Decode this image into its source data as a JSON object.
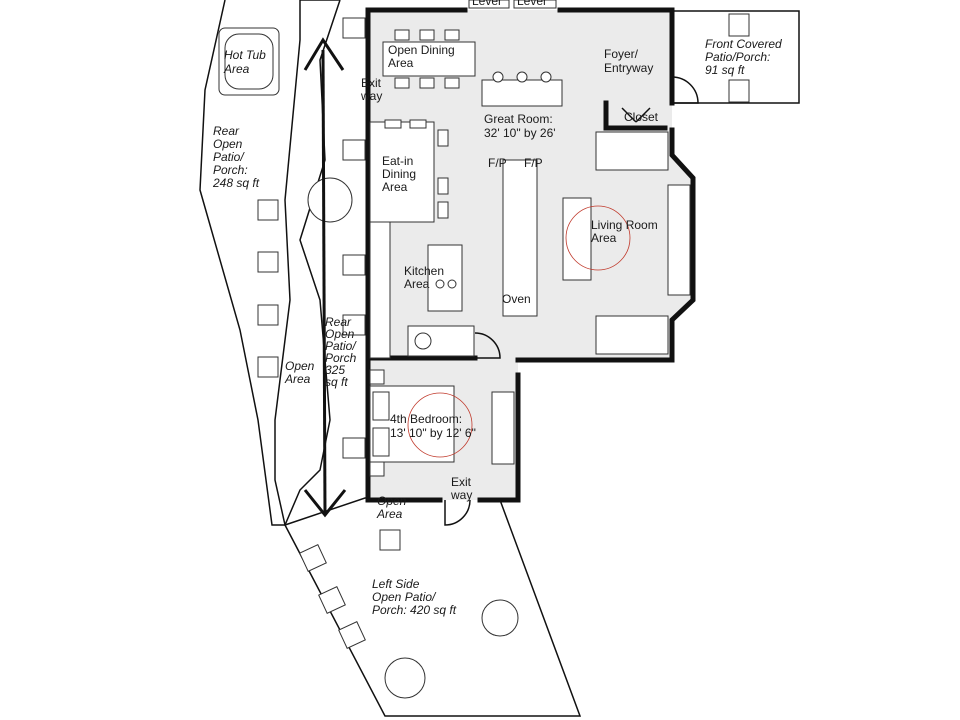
{
  "plan": {
    "labels": {
      "lever_left": "Lever",
      "lever_right": "Lever",
      "hot_tub": [
        "Hot Tub",
        "Area"
      ],
      "open_dining": [
        "Open Dining",
        "Area"
      ],
      "foyer": [
        "Foyer/",
        "Entryway"
      ],
      "front_porch": [
        "Front Covered",
        "Patio/Porch:",
        "91 sq ft"
      ],
      "exit_top": [
        "Exit",
        "way"
      ],
      "closet": "Closet",
      "great_room": [
        "Great Room:",
        "32' 10\" by 26'"
      ],
      "rear_patio_248": [
        "Rear",
        "Open",
        "Patio/",
        "Porch:",
        "248 sq ft"
      ],
      "eat_in": [
        "Eat-in",
        "Dining",
        "Area"
      ],
      "fp_left": "F/P",
      "fp_right": "F/P",
      "living_room": [
        "Living Room",
        "Area"
      ],
      "kitchen": [
        "Kitchen",
        "Area"
      ],
      "oven": "Oven",
      "rear_patio_325": [
        "Rear",
        "Open",
        "Patio/",
        "Porch",
        "325",
        "sq ft"
      ],
      "open_area_left": [
        "Open",
        "Area"
      ],
      "bedroom": [
        "4th Bedroom:",
        "13' 10\" by 12' 6\""
      ],
      "exit_bottom": [
        "Exit",
        "way"
      ],
      "open_area_bottom": [
        "Open",
        "Area"
      ],
      "left_side_patio": [
        "Left Side",
        "Open Patio/",
        "Porch: 420 sq ft"
      ]
    },
    "colors": {
      "floor": "#ebebeb",
      "wall": "#111111",
      "accent": "#c0392b"
    }
  }
}
